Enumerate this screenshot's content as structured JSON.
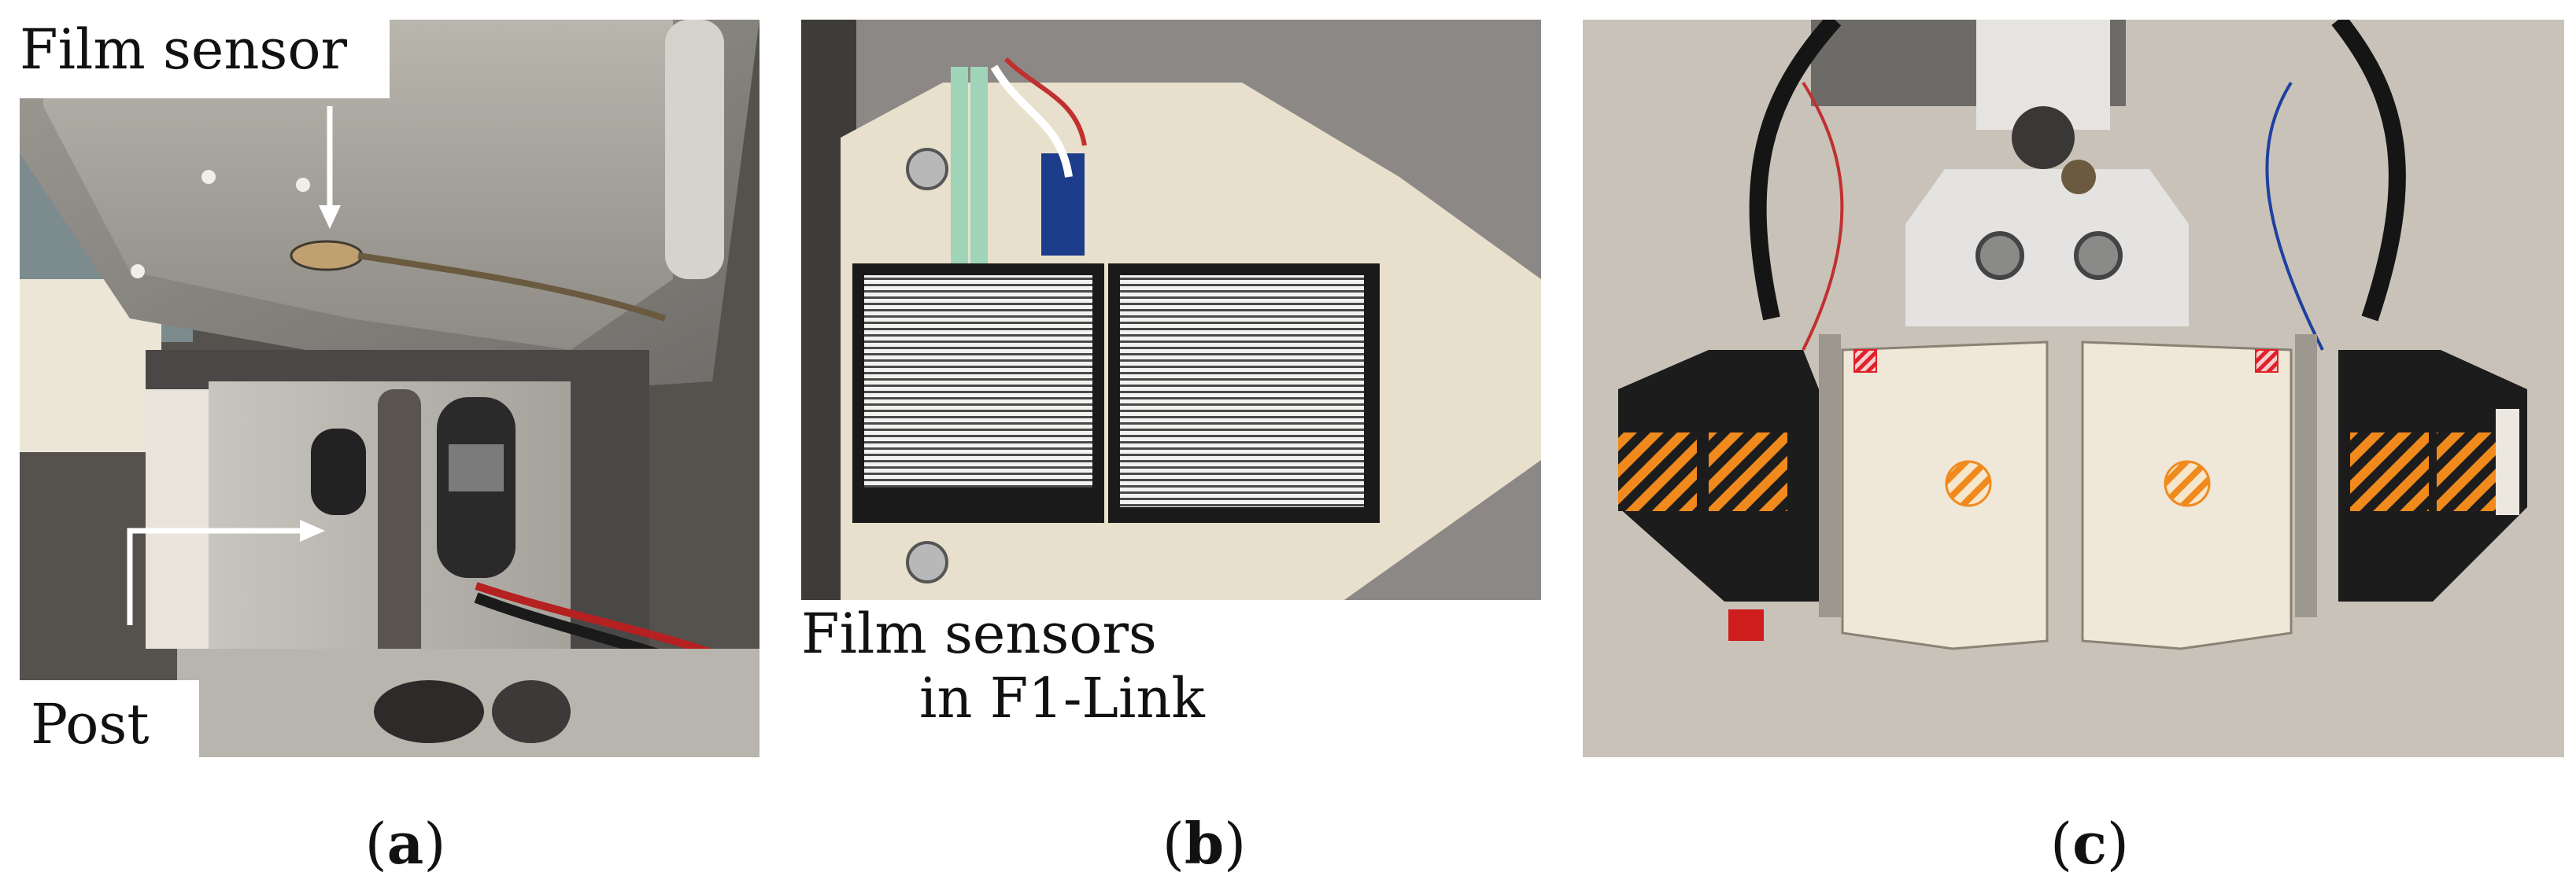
{
  "panel_a": {
    "film_sensor_label": "Film sensor",
    "post_label": "Post",
    "caption": {
      "open": "(",
      "letter": "a",
      "close": ")"
    }
  },
  "panel_b": {
    "label_line1": "Film sensors",
    "label_line2": "in F1-Link",
    "caption": {
      "open": "(",
      "letter": "b",
      "close": ")"
    }
  },
  "panel_c": {
    "caption": {
      "open": "(",
      "letter": "c",
      "close": ")"
    }
  },
  "colors": {
    "hatch_orange": "#f08a1c",
    "marker_red": "#e0202a",
    "arrow_white": "#ffffff"
  }
}
